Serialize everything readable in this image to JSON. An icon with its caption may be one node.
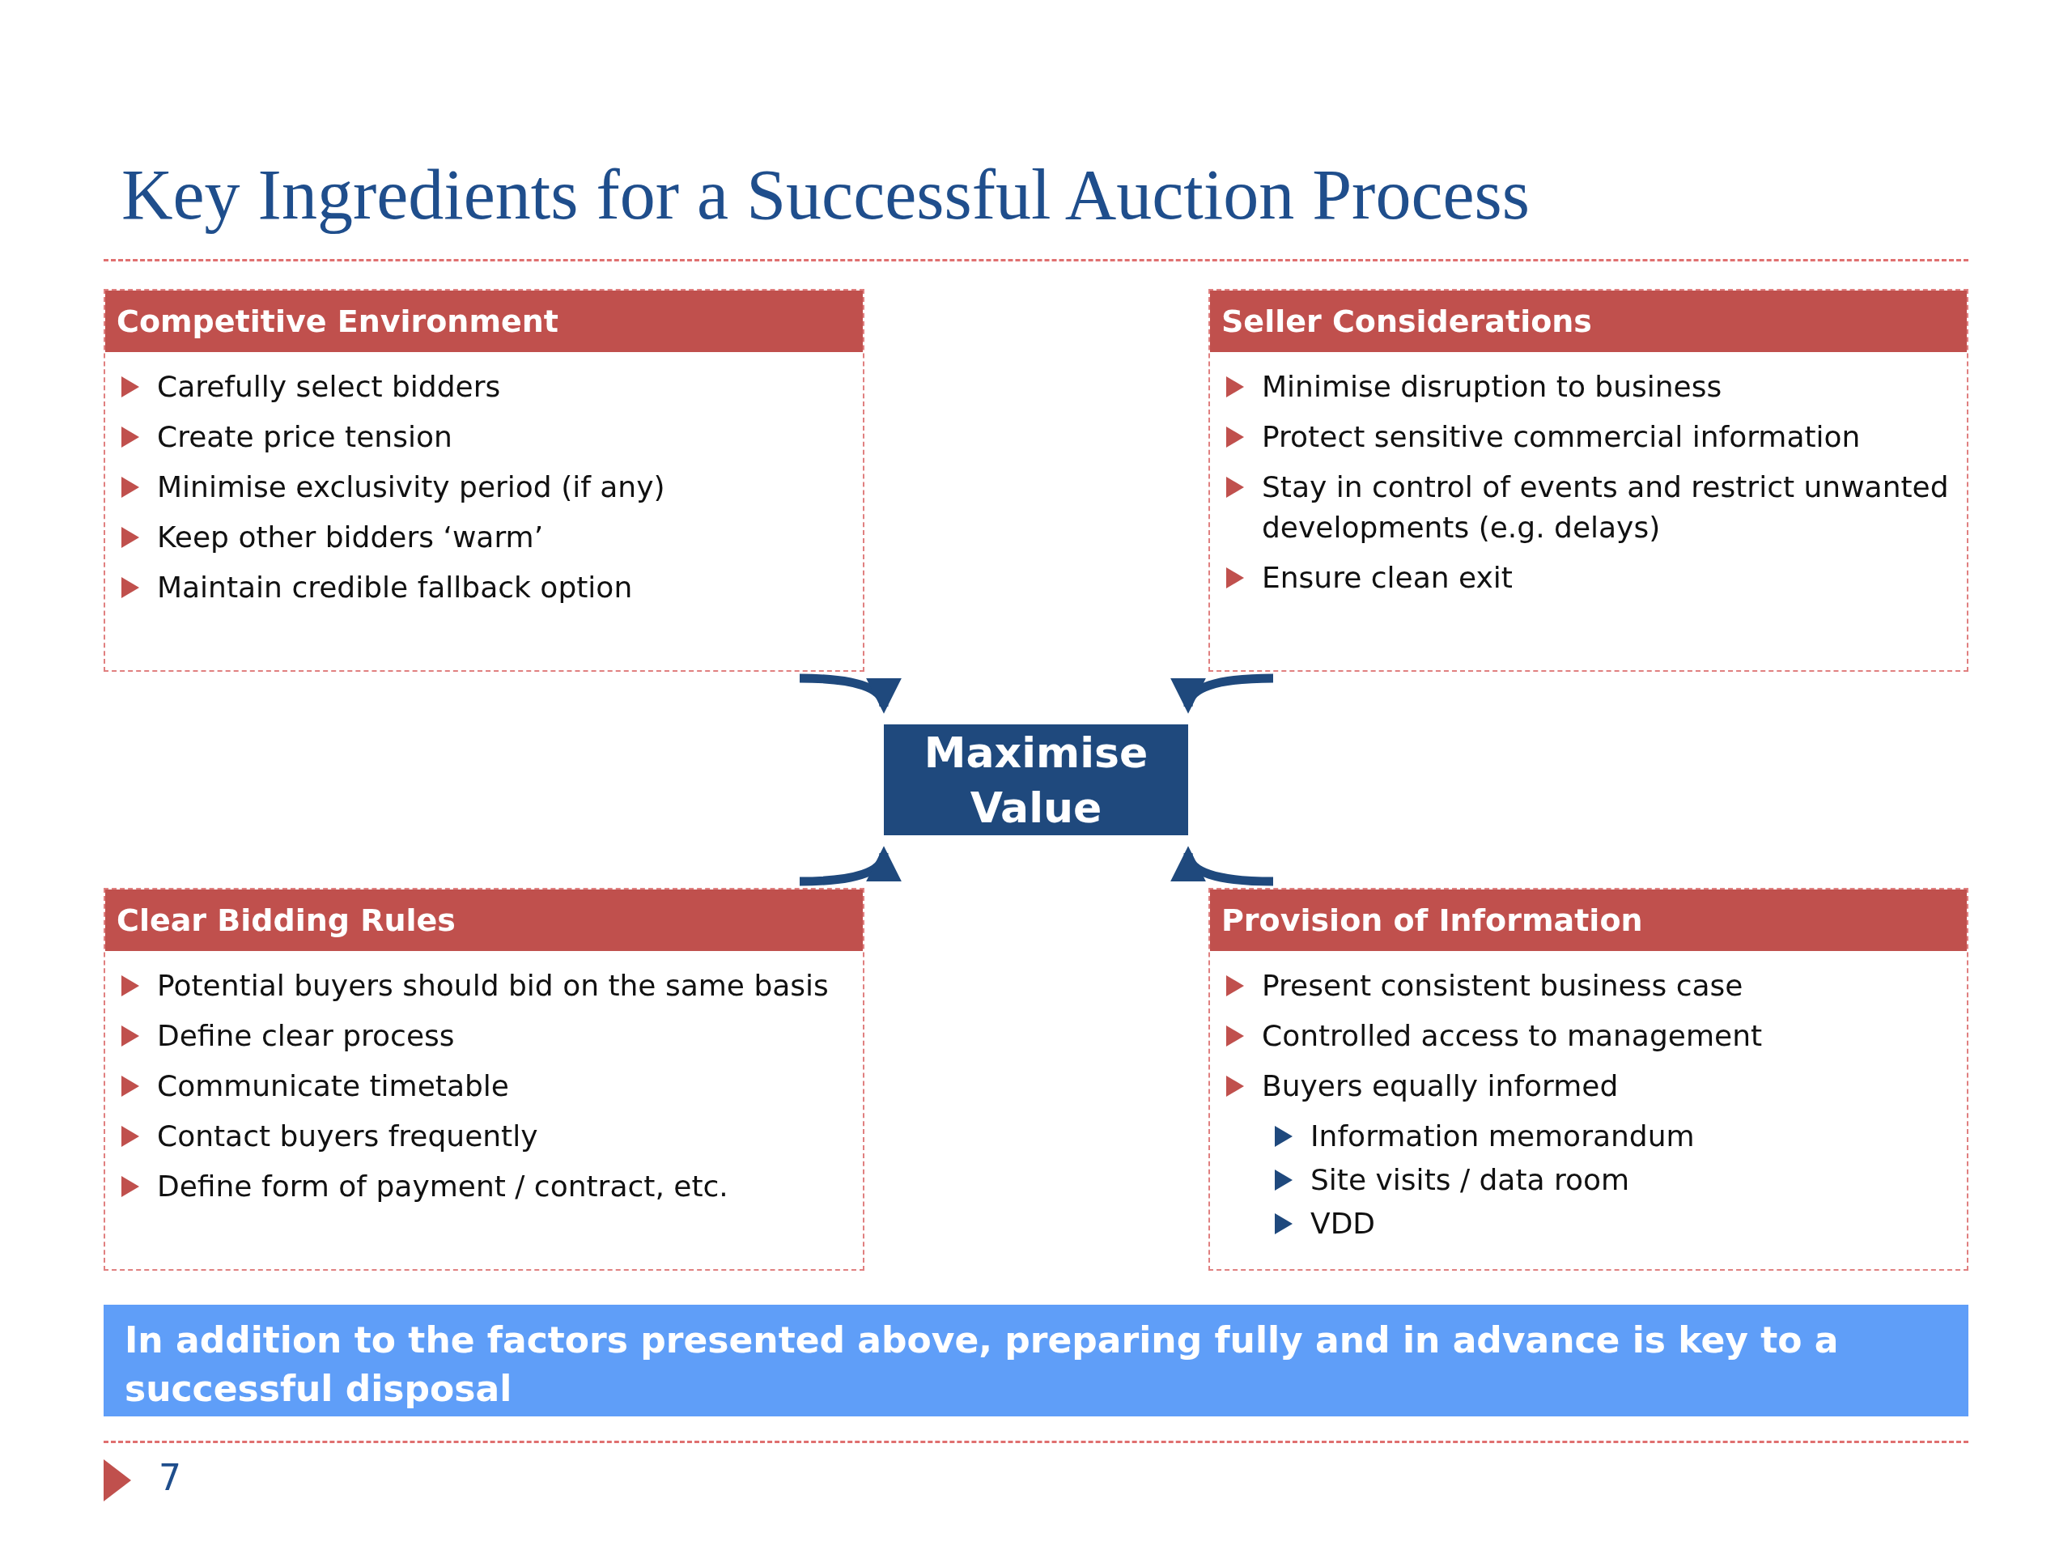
{
  "diagram": {
    "title": "Key Ingredients for a Successful Auction Process",
    "nodes": [
      {
        "text": [
          "Competitive Environment",
          "Carefully select bidders",
          "Create price tension",
          "Minimise exclusivity period (if any)",
          "Keep other bidders ‘warm’",
          "Maintain credible fallback option"
        ]
      },
      {
        "text": [
          "Seller Considerations",
          "Minimise disruption to business",
          "Protect sensitive commercial information",
          "Stay in control of events and restrict unwanted developments (e.g. delays)",
          "Ensure clean exit"
        ]
      },
      {
        "text": [
          "Maximise Value"
        ]
      },
      {
        "text": [
          "Clear Bidding Rules",
          "Potential buyers should bid on the same basis",
          "Define clear process",
          "Communicate timetable",
          "Contact buyers frequently",
          "Define form of payment / contract, etc."
        ]
      },
      {
        "text": [
          "Provision of Information",
          "Present consistent business case",
          "Controlled access to management",
          "Buyers equally informed",
          "Information memorandum",
          "Site visits / data room",
          "VDD"
        ]
      },
      {
        "text": [
          "In addition to the factors presented above, preparing fully and in advance is key to a successful disposal"
        ]
      }
    ],
    "edges": [
      {
        "from": 0,
        "to": 2,
        "arrow": "to"
      },
      {
        "from": 1,
        "to": 2,
        "arrow": "to"
      },
      {
        "from": 3,
        "to": 2,
        "arrow": "to"
      },
      {
        "from": 4,
        "to": 2,
        "arrow": "to"
      }
    ],
    "labels": [
      "7"
    ]
  }
}
